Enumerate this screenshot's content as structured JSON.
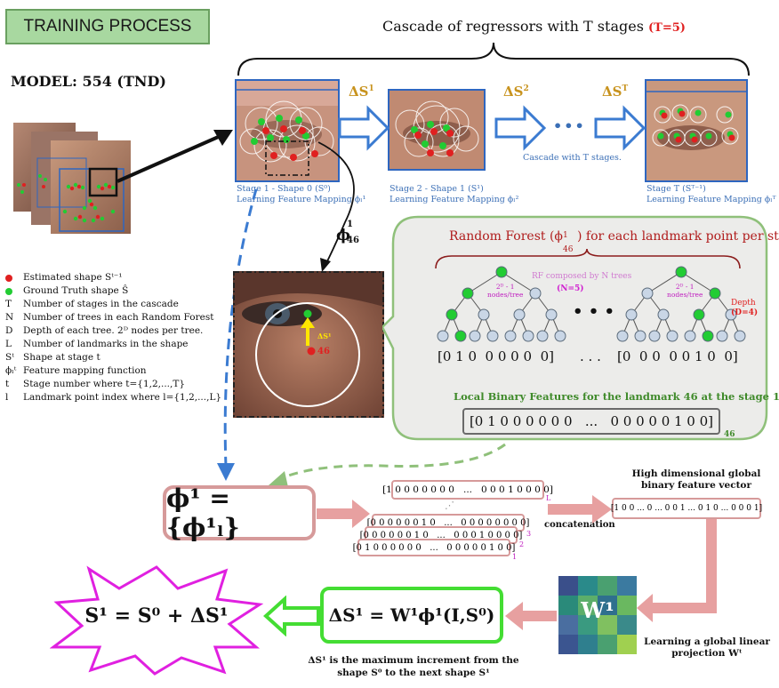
{
  "title_badge": "TRAINING PROCESS",
  "model_label": "MODEL: 554 (TND)",
  "cascade": {
    "heading": "Cascade of regressors with T stages",
    "t_value": "(T=5)",
    "delta_1": "ΔS",
    "delta_1_sup": "1",
    "delta_2": "ΔS",
    "delta_2_sup": "2",
    "delta_T": "ΔS",
    "delta_T_sup": "T",
    "ellipsis": "•••",
    "cascade_note": "Cascade with T stages.",
    "stages": [
      {
        "line1": "Stage 1 - Shape 0 (S⁰)",
        "line2": "Learning Feature Mapping ϕₗ¹"
      },
      {
        "line1": "Stage 2 - Shape 1 (S¹)",
        "line2": "Learning Feature Mapping ϕₗ²"
      },
      {
        "line1": "Stage T (Sᵀ⁻¹)",
        "line2": "Learning Feature Mapping ϕₗᵀ"
      }
    ]
  },
  "phi_46_label": "ϕ",
  "phi_46_sup": "1",
  "phi_46_sub": "46",
  "legend": [
    {
      "sym": "",
      "text": "Estimated shape Sᵗ⁻¹",
      "color": "#e02020"
    },
    {
      "sym": "",
      "text": "Ground Truth shape Ŝ",
      "color": "#22cc33"
    },
    {
      "sym": "T",
      "text": "Number of stages in the cascade"
    },
    {
      "sym": "N",
      "text": "Number of trees in each Random Forest"
    },
    {
      "sym": "D",
      "text": "Depth of each tree. 2ᴰ nodes per tree."
    },
    {
      "sym": "L",
      "text": "Number of landmarks in the shape"
    },
    {
      "sym": "Sᵗ",
      "text": "Shape at stage t"
    },
    {
      "sym": "ϕₗᵗ",
      "text": "Feature mapping function"
    },
    {
      "sym": "t",
      "text": "Stage number where t={1,2,...,T}"
    },
    {
      "sym": "l",
      "text": "Landmark point index where l={1,2,...,L}"
    }
  ],
  "zoom": {
    "delta_label": "ΔS¹",
    "point_label": "46"
  },
  "forest": {
    "title": "Random Forest (ϕ",
    "title_sup": "1",
    "title_sub": "46",
    "title_tail": ") for each landmark point per stage",
    "rf_note_1": "RF composed by N trees",
    "rf_note_2": "(N=5)",
    "nodes_note_a": "2ᴰ - 1",
    "nodes_note_b": "nodes/tree",
    "depth_note_1": "Depth",
    "depth_note_2": "(D=4)",
    "dots": "• • •",
    "vector_left": "[0 1 0  0 0 0 0  0]",
    "vector_mid": ". . .",
    "vector_right": "[0  0 0  0 0 1 0  0]",
    "lbf_title": "Local Binary Features for the landmark 46 at the stage 1",
    "lbf_vector": "[0 1 0 0 0 0 0 0   ...   0 0 0 0 0 1 0 0]",
    "lbf_sub": "46"
  },
  "phi_set": "ϕ¹ = {ϕ¹ₗ}",
  "stack": {
    "top": "[1 0 0 0 0 0 0 0   ...   0 0 0 1 0 0 0 0]",
    "top_index": "L",
    "row3": "[0 0 0 0 0 0 1 0   ...   0 0 0 0 0 0 0 0]",
    "row3_index": "3",
    "row2": "[0 0 0 0 0 0 1 0   ...   0 0 0 1 0 0 0 0]",
    "row2_index": "2",
    "row1": "[0 1 0 0 0 0 0 0   ...   0 0 0 0 0 1 0 0]",
    "row1_index": "1",
    "concat": "concatenation"
  },
  "global": {
    "title_1": "High dimensional global",
    "title_2": "binary feature vector",
    "vector": "[1 0 0 ... 0 ... 0 0 1 ... 0 1 0 ... 0 0 0 1]"
  },
  "w_label": "W¹",
  "w_note_1": "Learning a global linear",
  "w_note_2": "projection Wᵗ",
  "delta_eq": "ΔS¹ = W¹ϕ¹(I,S⁰)",
  "delta_note_1": "ΔS¹ is the maximum increment from the",
  "delta_note_2": "shape S⁰ to the next shape S¹",
  "final_eq": "S¹ = S⁰ + ΔS¹"
}
